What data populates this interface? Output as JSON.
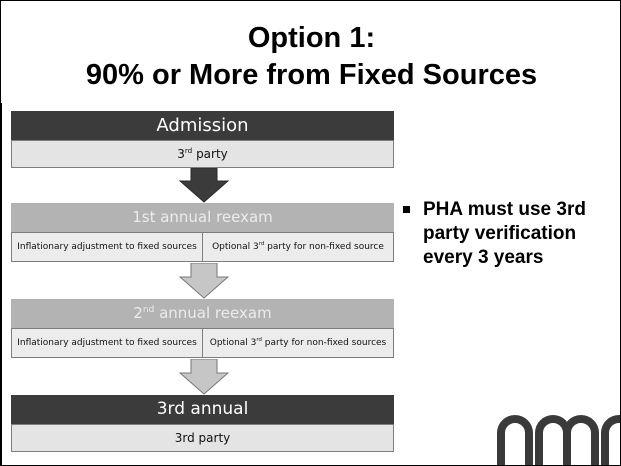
{
  "title": {
    "line1": "Option 1:",
    "line2": "90% or More from Fixed Sources"
  },
  "flow": {
    "admission": {
      "label": "Admission",
      "detail_pre": "3",
      "detail_sup": "rd",
      "detail_post": " party"
    },
    "reexam1": {
      "label": "1st annual reexam",
      "left_cell": "Inflationary adjustment to fixed sources",
      "right_pre": "Optional  3",
      "right_sup": "rd",
      "right_post": " party for non-fixed source"
    },
    "reexam2": {
      "label_pre": "2",
      "label_sup": "nd",
      "label_post": " annual reexam",
      "left_cell": "Inflationary adjustment to fixed sources",
      "right_pre": "Optional 3",
      "right_sup": "rd",
      "right_post": " party for non-fixed sources"
    },
    "reexam3": {
      "label": "3rd annual",
      "detail": "3rd party"
    }
  },
  "bullet": {
    "text": "PHA must use 3rd party verification every 3 years"
  },
  "colors": {
    "dark_box": "#3b3b3b",
    "grey_box": "#b3b3b3",
    "detail_box": "#e4e4e4",
    "dark_arrow": "#3b3b3b",
    "light_arrow": "#c6c6c6"
  },
  "logo": {
    "icon": "nmp-logo-icon"
  }
}
